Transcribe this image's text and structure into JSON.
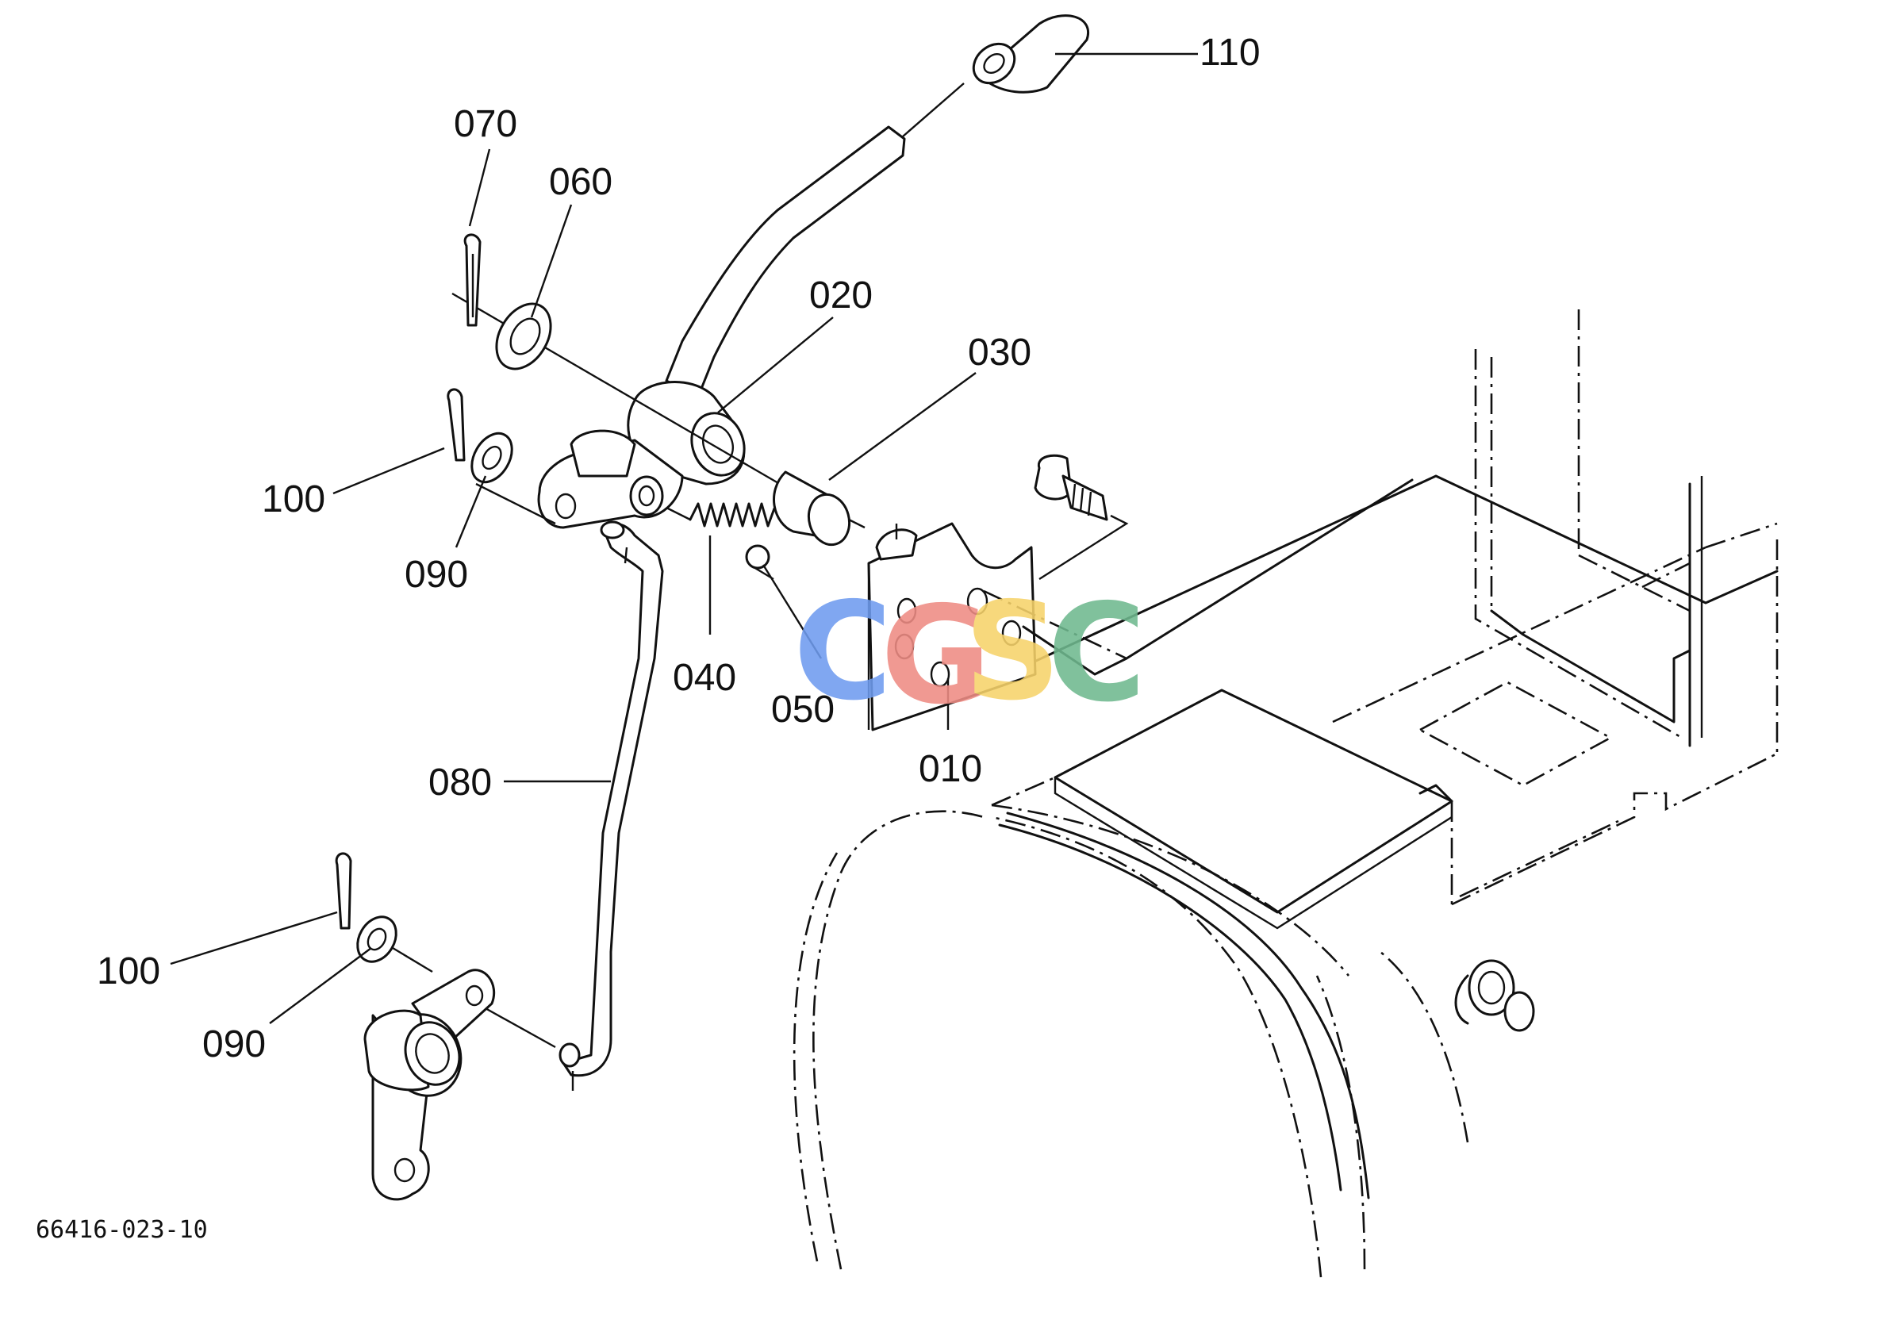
{
  "diagram": {
    "callouts": [
      {
        "id": "c110",
        "label": "110"
      },
      {
        "id": "c070",
        "label": "070"
      },
      {
        "id": "c060",
        "label": "060"
      },
      {
        "id": "c020",
        "label": "020"
      },
      {
        "id": "c030",
        "label": "030"
      },
      {
        "id": "c100a",
        "label": "100"
      },
      {
        "id": "c090a",
        "label": "090"
      },
      {
        "id": "c040",
        "label": "040"
      },
      {
        "id": "c050",
        "label": "050"
      },
      {
        "id": "c010",
        "label": "010"
      },
      {
        "id": "c080",
        "label": "080"
      },
      {
        "id": "c100b",
        "label": "100"
      },
      {
        "id": "c090b",
        "label": "090"
      }
    ],
    "drawing_code": "66416-023-10",
    "watermark": {
      "letters": [
        "C",
        "G",
        "S",
        "C"
      ],
      "colors": [
        "#6f9cf0",
        "#ef8c84",
        "#f7d36a",
        "#6fb98f"
      ]
    }
  }
}
